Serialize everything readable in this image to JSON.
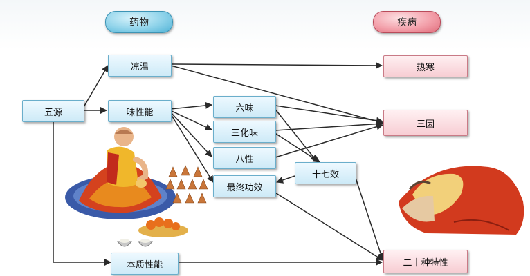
{
  "headers": {
    "medicine": "药物",
    "disease": "疾病"
  },
  "nodes": {
    "wuyuan": "五源",
    "liangwen": "凉温",
    "weixingneng": "味性能",
    "liuwei": "六味",
    "sanhuawei": "三化味",
    "baxing": "八性",
    "zuizhonggongxiao": "最终功效",
    "shiqixiao": "十七效",
    "benzhixingneng": "本质性能",
    "rehan": "热寒",
    "sanyin": "三因",
    "ershizhongtexing": "二十种特性"
  },
  "colors": {
    "arrow": "#2a2a2a",
    "blue_box": "#cdeaf7",
    "red_box": "#f7cdd3"
  },
  "illustrations": [
    "monk-preparing-medicine",
    "medicine-piles",
    "sick-person-lying"
  ]
}
